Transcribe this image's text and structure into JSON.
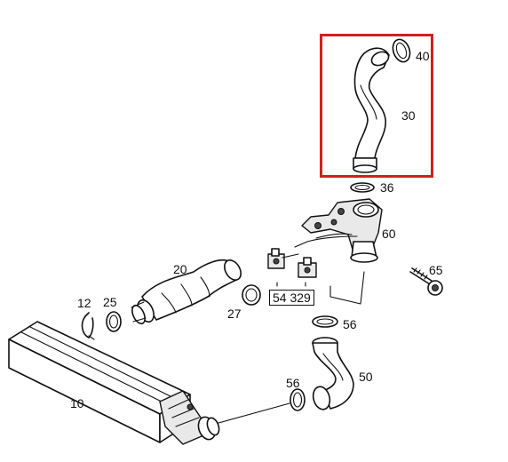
{
  "labels": {
    "p40": "40",
    "p30": "30",
    "p36": "36",
    "p60": "60",
    "p65": "65",
    "p20": "20",
    "p12": "12",
    "p25": "25",
    "p27": "27",
    "p54329": "54 329",
    "p56a": "56",
    "p56b": "56",
    "p50": "50",
    "p10": "10"
  },
  "highlight": {
    "color": "#d21f1f"
  }
}
